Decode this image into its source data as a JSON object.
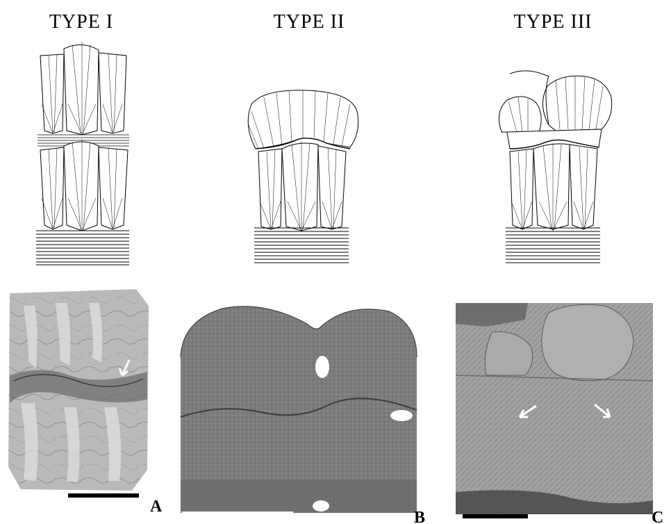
{
  "titles": {
    "type1": "TYPE I",
    "type2": "TYPE II",
    "type3": "TYPE III"
  },
  "panel_labels": {
    "a": "A",
    "b": "B",
    "c": "C"
  },
  "colors": {
    "ink": "#000000",
    "paper": "#ffffff",
    "photo_a": "#b9b9b9",
    "photo_b": "#8a8a8a",
    "photo_c": "#9c9c9c",
    "scalebar_b": "#ffffff"
  }
}
